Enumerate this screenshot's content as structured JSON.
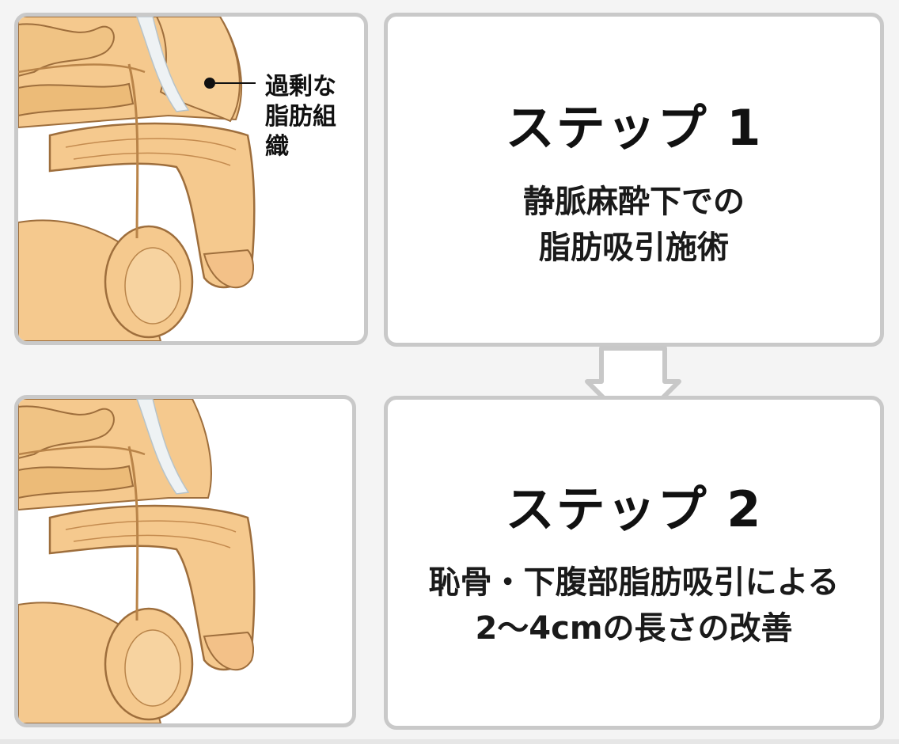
{
  "colors": {
    "skin": "#f5c98e",
    "skin_shade": "#e9b371",
    "outline": "#9e6e3c",
    "panel_border": "#c9c9c9",
    "arrow_fill": "#ffffff",
    "arrow_stroke": "#c8c8c8"
  },
  "illustration_before": {
    "callout": {
      "lines": [
        "過剰な",
        "脂肪組",
        "織"
      ]
    }
  },
  "illustration_after": {},
  "step1": {
    "title": "ステップ 1",
    "desc_lines": [
      "静脈麻酔下での",
      "脂肪吸引施術"
    ]
  },
  "step2": {
    "title": "ステップ 2",
    "desc_lines": [
      "恥骨・下腹部脂肪吸引による",
      "2〜4cmの長さの改善"
    ]
  },
  "flow_arrow": {
    "icon": "down-arrow-icon"
  }
}
